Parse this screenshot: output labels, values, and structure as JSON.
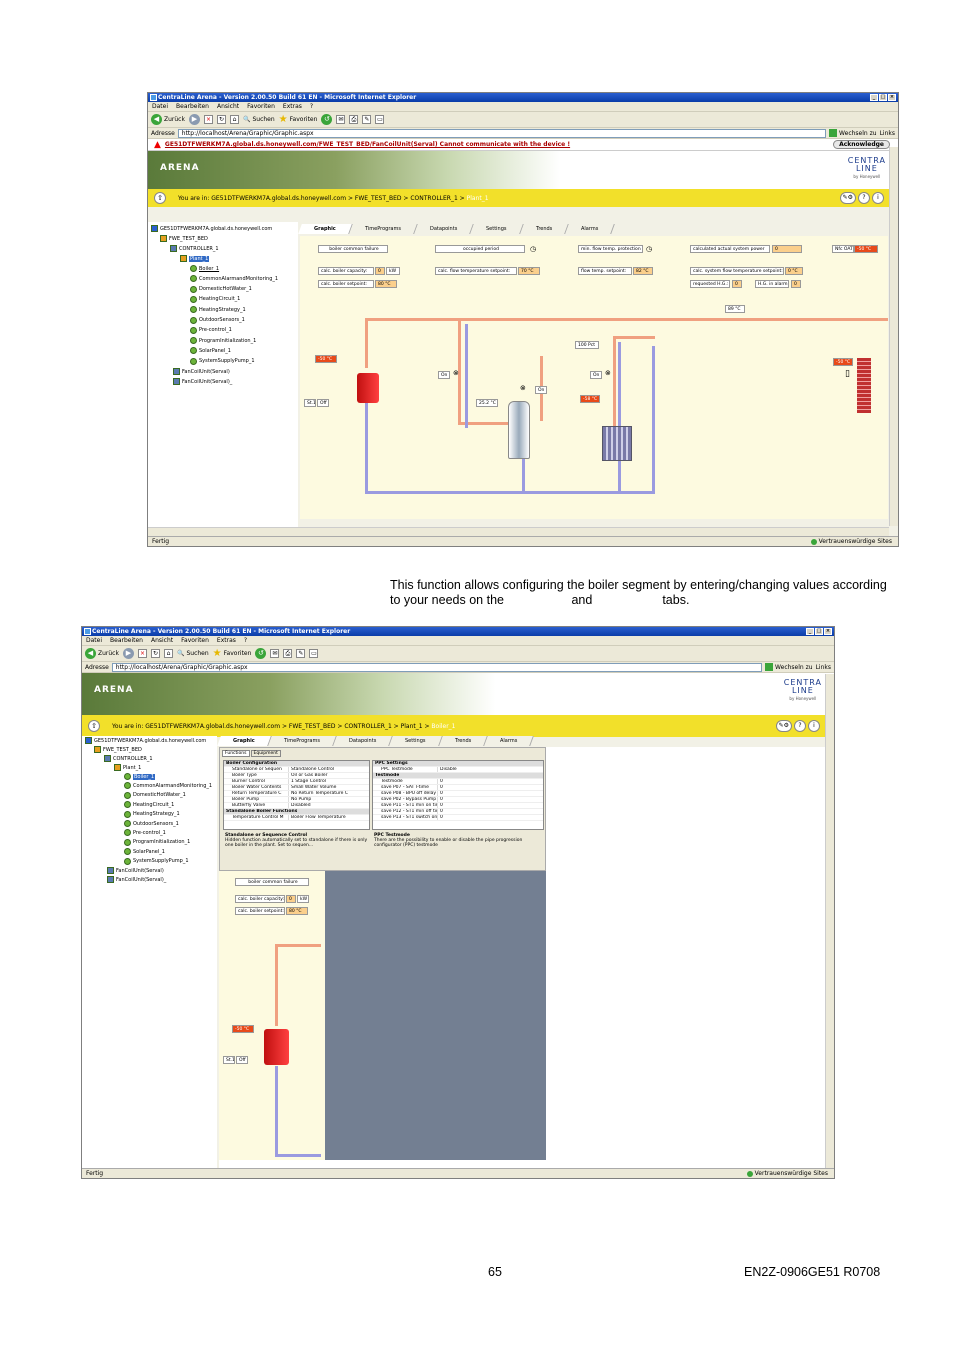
{
  "screenshot1": {
    "window_title": "CentraLine Arena - Version 2.00.50 Build 61 EN - Microsoft Internet Explorer",
    "menu": [
      "Datei",
      "Bearbeiten",
      "Ansicht",
      "Favoriten",
      "Extras",
      "?"
    ],
    "toolbar": {
      "back": "Zurück",
      "search": "Suchen",
      "favorites": "Favoriten"
    },
    "address_label": "Adresse",
    "address": "http://localhost/Arena/Graphic/Graphic.aspx",
    "go_label": "Wechseln zu",
    "links_label": "Links",
    "alert": "GE51DTFWERKM7A.global.ds.honeywell.com/FWE_TEST_BED/FanCoilUnit(Serval)   Cannot communicate with the device !",
    "acknowledge": "Acknowledge",
    "banner_title": "ARENA",
    "logo_top": "CENTRA",
    "logo_bottom": "LINE",
    "logo_by": "by Honeywell",
    "you_are_in": "You are in:",
    "breadcrumb": "GE51DTFWERKM7A.global.ds.honeywell.com > FWE_TEST_BED > CONTROLLER_1 > ",
    "breadcrumb_current": "Plant_1",
    "tabs": [
      "Graphic",
      "TimePrograms",
      "Datapoints",
      "Settings",
      "Trends",
      "Alarms"
    ],
    "tree": {
      "root": "GE51DTFWERKM7A.global.ds.honeywell.com",
      "site": "FWE_TEST_BED",
      "controller": "CONTROLLER_1",
      "plant": "Plant_1",
      "children": [
        "Boiler_1",
        "CommonAlarmandMonitoring_1",
        "DomesticHotWater_1",
        "HeatingCircuit_1",
        "HeatingStrategy_1",
        "OutdoorSensors_1",
        "Pre-control_1",
        "ProgramInitialization_1",
        "SolarPanel_1",
        "SystemSupplyPump_1"
      ],
      "fancoils": [
        "FanCoilUnit(Serval)",
        "FanCoilUnit(Serval)_"
      ]
    },
    "graphic": {
      "boiler_common_failure": "boiler common failure",
      "occupied_period": "occupied period",
      "min_flow_temp_protection": "min. flow temp. protection",
      "calc_actual_system_power": "calculated actual system power",
      "calc_actual_system_power_val": "0",
      "nfc_oat": "Nfc OAT",
      "nfc_oat_val": "-50 °C",
      "calc_boiler_capacity": "calc. boiler capacity:",
      "calc_boiler_capacity_val": "0",
      "calc_boiler_capacity_unit": "kW",
      "calc_flow_temp_setpoint": "calc. flow temperature setpoint:",
      "calc_flow_temp_setpoint_val": "70 °C",
      "flow_temp_setpoint": "flow temp. setpoint:",
      "flow_temp_setpoint_val": "82 °C",
      "calc_system_flow_temp_setpoint": "calc. system flow temperature setpoint:",
      "calc_system_flow_temp_setpoint_val": "0 °C",
      "calc_boiler_setpoint": "calc. boiler setpoint:",
      "calc_boiler_setpoint_val": "80 °C",
      "requested_hg": "requested H.G.:",
      "requested_hg_val": "0",
      "hg_in_alarm": "H.G. in alarm:",
      "hg_in_alarm_val": "0",
      "pipe_temp": "89 °C",
      "boiler_temp": "-50 °C",
      "st1_label": "St.1:",
      "st1_val": "Off",
      "pump1": "On",
      "valve_pct": "100 Pct",
      "pump2": "On",
      "tank_temp": "25.2 °C",
      "pump3": "On",
      "room_temp": "-58 °C",
      "outside_temp": "-50 °C"
    },
    "status_left": "Fertig",
    "status_right": "Vertrauenswürdige Sites"
  },
  "paragraph": "This function allows configuring the boiler segment by entering/changing values according to your needs on the",
  "paragraph_and": "and",
  "paragraph_tabs": "tabs.",
  "screenshot2": {
    "window_title": "CentraLine Arena - Version 2.00.50 Build 61 EN - Microsoft Internet Explorer",
    "menu": [
      "Datei",
      "Bearbeiten",
      "Ansicht",
      "Favoriten",
      "Extras",
      "?"
    ],
    "toolbar": {
      "back": "Zurück",
      "search": "Suchen",
      "favorites": "Favoriten"
    },
    "address_label": "Adresse",
    "address": "http://localhost/Arena/Graphic/Graphic.aspx",
    "go_label": "Wechseln zu",
    "links_label": "Links",
    "banner_title": "ARENA",
    "you_are_in": "You are in:",
    "breadcrumb": "GE51DTFWERKM7A.global.ds.honeywell.com > FWE_TEST_BED > CONTROLLER_1 > Plant_1 > ",
    "breadcrumb_current": "Boiler_1",
    "tabs": [
      "Graphic",
      "TimePrograms",
      "Datapoints",
      "Settings",
      "Trends",
      "Alarms"
    ],
    "tree": {
      "root": "GE51DTFWERKM7A.global.ds.honeywell.com",
      "site": "FWE_TEST_BED",
      "controller": "CONTROLLER_1",
      "plant": "Plant_1",
      "children": [
        "Boiler_1",
        "CommonAlarmandMonitoring_1",
        "DomesticHotWater_1",
        "HeatingCircuit_1",
        "HeatingStrategy_1",
        "OutdoorSensors_1",
        "Pre-control_1",
        "ProgramInitialization_1",
        "SolarPanel_1",
        "SystemSupplyPump_1"
      ],
      "fancoils": [
        "FanCoilUnit(Serval)",
        "FanCoilUnit(Serval)_"
      ]
    },
    "subtabs": [
      "Functions",
      "Equipment"
    ],
    "left_grid": [
      {
        "cat": "Boiler Configuration"
      },
      {
        "k": "Standalone or Sequen",
        "v": "Standalone Control"
      },
      {
        "k": "Boiler Type",
        "v": "Oil or Gas Boiler"
      },
      {
        "k": "Burner Control",
        "v": "1 Stage Control"
      },
      {
        "k": "Boiler Water Contents",
        "v": "Small Water Volume"
      },
      {
        "k": "Return Temperature C",
        "v": "No Return Temperature C"
      },
      {
        "k": "Boiler Pump",
        "v": "No Pump"
      },
      {
        "k": "Butterfly Valve",
        "v": "Disabled"
      },
      {
        "cat": "Standalone Boiler Functions"
      },
      {
        "k": "Temperature Control M",
        "v": "Boiler Flow Temperature"
      }
    ],
    "left_desc_title": "Standalone or Sequence Control",
    "left_desc": "Hidden function automatically set to standalone if there is only one boiler in the plant. Set to sequen...",
    "right_grid": [
      {
        "cat": "PPC Settings"
      },
      {
        "k": "PPC Testmode",
        "v": "Disable"
      },
      {
        "cat": "Testmode"
      },
      {
        "k": "Testmode",
        "v": "0"
      },
      {
        "k": "save P07 - SAT I-time",
        "v": "0"
      },
      {
        "k": "save P08 - BPU off delay",
        "v": "0"
      },
      {
        "k": "save P02 - Bypass Pump s",
        "v": "0"
      },
      {
        "k": "save P11 - ST1 min on time",
        "v": "0"
      },
      {
        "k": "save P12 - ST1 min off time",
        "v": "0"
      },
      {
        "k": "save P13 - ST1 switch on d",
        "v": "0"
      }
    ],
    "right_desc_title": "PPC Testmode",
    "right_desc": "There are the possibility to enable or disable the pipe progression configurator (PPC) testmode",
    "graphic": {
      "boiler_common_failure": "boiler common failure",
      "calc_boiler_capacity": "calc. boiler capacity:",
      "calc_boiler_capacity_val": "0",
      "calc_boiler_capacity_unit": "kW",
      "calc_boiler_setpoint": "calc. boiler setpoint:",
      "calc_boiler_setpoint_val": "80 °C",
      "boiler_temp": "-50 °C",
      "st1_label": "St.1:",
      "st1_val": "Off"
    },
    "status_left": "Fertig",
    "status_right": "Vertrauenswürdige Sites"
  },
  "footer": {
    "page": "65",
    "doc": "EN2Z-0906GE51 R0708"
  }
}
